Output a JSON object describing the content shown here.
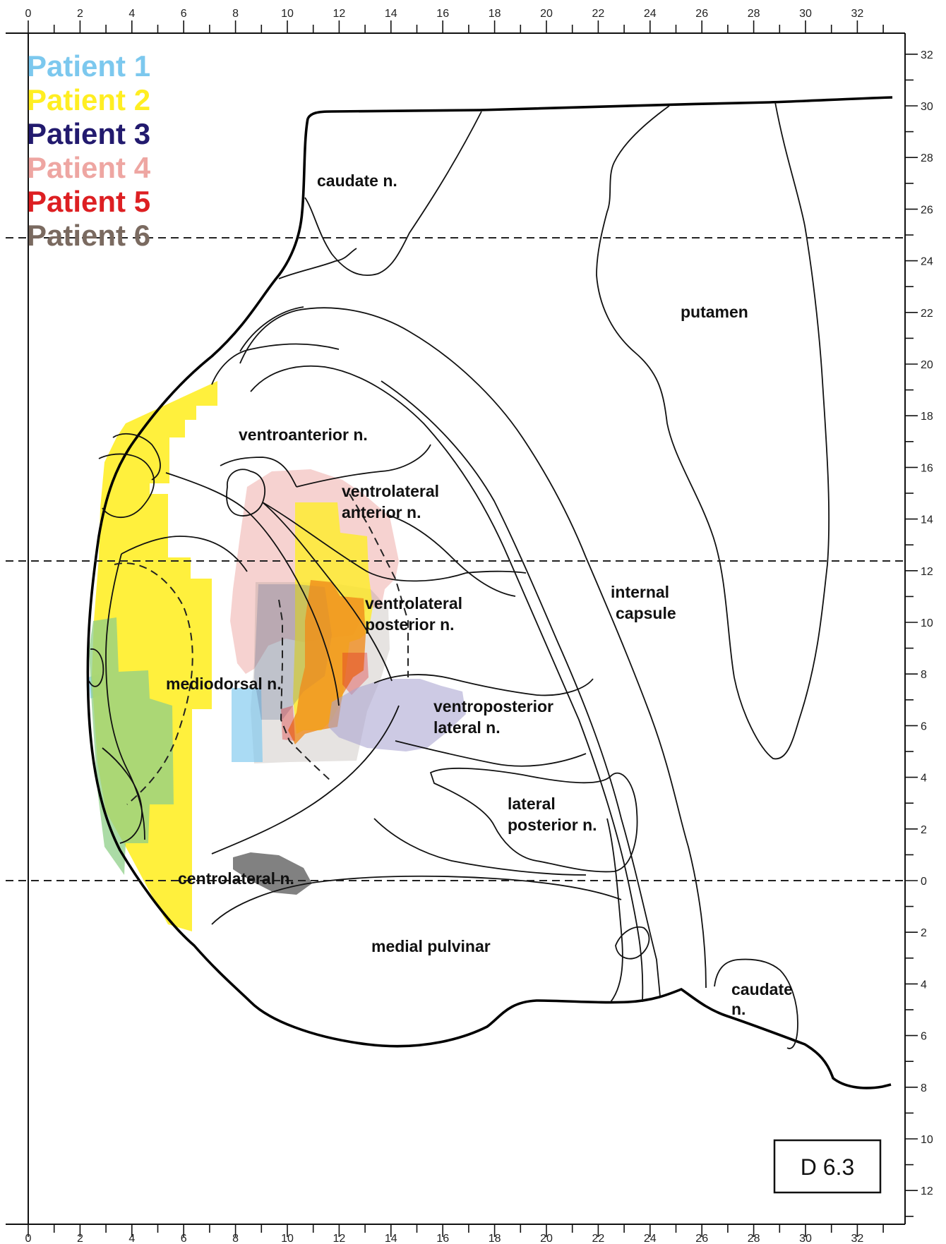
{
  "legend": [
    {
      "label": "Patient 1",
      "color": "#7cc8ee"
    },
    {
      "label": "Patient 2",
      "color": "#ffee22"
    },
    {
      "label": "Patient 3",
      "color": "#221a6e"
    },
    {
      "label": "Patient 4",
      "color": "#eea6a2"
    },
    {
      "label": "Patient 5",
      "color": "#dd1f22"
    },
    {
      "label": "Patient 6",
      "color": "#7a6a60"
    }
  ],
  "structures": {
    "caudate_top": "caudate n.",
    "putamen": "putamen",
    "ventroanterior": "ventroanterior n.",
    "vla_1": "ventrolateral",
    "vla_2": "anterior n.",
    "vlp_1": "ventrolateral",
    "vlp_2": "posterior n.",
    "ic_1": "internal",
    "ic_2": "capsule",
    "mediodorsal": "mediodorsal n.",
    "vpl_1": "ventroposterior",
    "vpl_2": "lateral n.",
    "lp_1": "lateral",
    "lp_2": "posterior n.",
    "centrolateral": "centrolateral n.",
    "medial_pulvinar": "medial pulvinar",
    "caudate_bottom_1": "caudate",
    "caudate_bottom_2": "n."
  },
  "plate_label": "D 6.3",
  "axes": {
    "x_ticks": [
      "0",
      "2",
      "4",
      "6",
      "8",
      "10",
      "12",
      "14",
      "16",
      "18",
      "20",
      "22",
      "24",
      "26",
      "28",
      "30",
      "32"
    ],
    "y_ticks_upper": [
      "32",
      "30",
      "28",
      "26",
      "24",
      "22",
      "20",
      "18",
      "16",
      "14",
      "12",
      "10",
      "8",
      "6",
      "4",
      "2",
      "0"
    ],
    "y_ticks_lower": [
      "2",
      "4",
      "6",
      "8",
      "10",
      "12"
    ]
  }
}
